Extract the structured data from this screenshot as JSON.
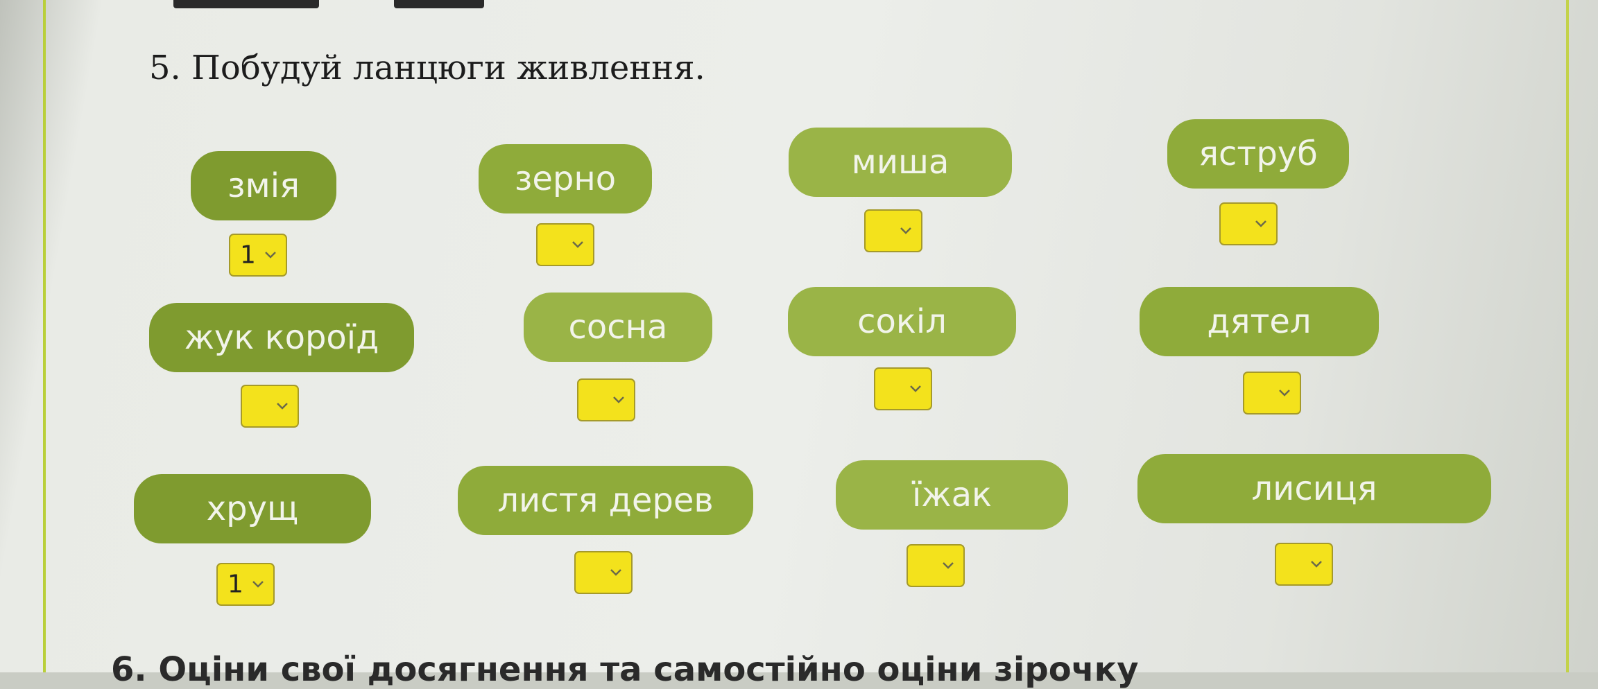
{
  "question": {
    "title": "5. Побудуй  ланцюги живлення."
  },
  "items": [
    {
      "label": "змія",
      "selected": "1"
    },
    {
      "label": "зерно",
      "selected": ""
    },
    {
      "label": "миша",
      "selected": ""
    },
    {
      "label": "яструб",
      "selected": ""
    },
    {
      "label": "жук короїд",
      "selected": ""
    },
    {
      "label": "сосна",
      "selected": ""
    },
    {
      "label": "сокіл",
      "selected": ""
    },
    {
      "label": "дятел",
      "selected": ""
    },
    {
      "label": "хрущ",
      "selected": "1"
    },
    {
      "label": "листя дерев",
      "selected": ""
    },
    {
      "label": "їжак",
      "selected": ""
    },
    {
      "label": "лисиця",
      "selected": ""
    }
  ],
  "next_question": {
    "title": "6. Оціни свої досягнення та самостійно оціни зірочку"
  },
  "colors": {
    "chip_dark": "#7f9b2f",
    "chip_mid": "#8fab3a",
    "chip_light": "#9ab447",
    "select_fill": "#f3e21c",
    "accent_rail": "#b9cf3a"
  }
}
